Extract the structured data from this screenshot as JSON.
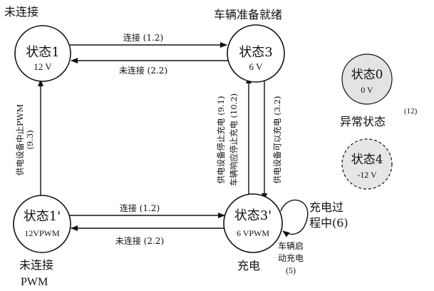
{
  "states": {
    "s1": {
      "name": "状态1",
      "voltage": "12 V"
    },
    "s3": {
      "name": "状态3",
      "voltage": "6 V"
    },
    "s1p": {
      "name": "状态1'",
      "voltage": "12VPWM"
    },
    "s3p": {
      "name": "状态3'",
      "voltage": "6 VPWM"
    },
    "s0": {
      "name": "状态0",
      "voltage": "0 V"
    },
    "s4": {
      "name": "状态4",
      "voltage": "-12 V"
    }
  },
  "captions": {
    "unconnected": "未连接",
    "vehicle_ready": "车辆准备就绪",
    "unconnected_pwm_line1": "未连接",
    "unconnected_pwm_line2": "PWM",
    "charging": "充电",
    "charging_process_line1": "充电过",
    "charging_process_line2": "程中(6)",
    "abnormal_state": "异常状态",
    "abnormal_ref": "(12)"
  },
  "transitions": {
    "connect_top": "连接 (1.2)",
    "disconnect_top": "未连接 (2.2)",
    "connect_bottom": "连接 (1.2)",
    "disconnect_bottom": "未连接 (2.2)",
    "stop_pwm_line1": "供电设备中止PWM",
    "stop_pwm_line2": "(9.3)",
    "supply_stop_line1": "供电设备停止充电 (9.1)",
    "supply_stop_line2": "车辆响应停止充电 (10.2)",
    "can_charge": "供电设备可以充电 (3.2)",
    "vehicle_start_line1": "车辆启",
    "vehicle_start_line2": "动充电",
    "vehicle_start_line3": "(5)"
  }
}
